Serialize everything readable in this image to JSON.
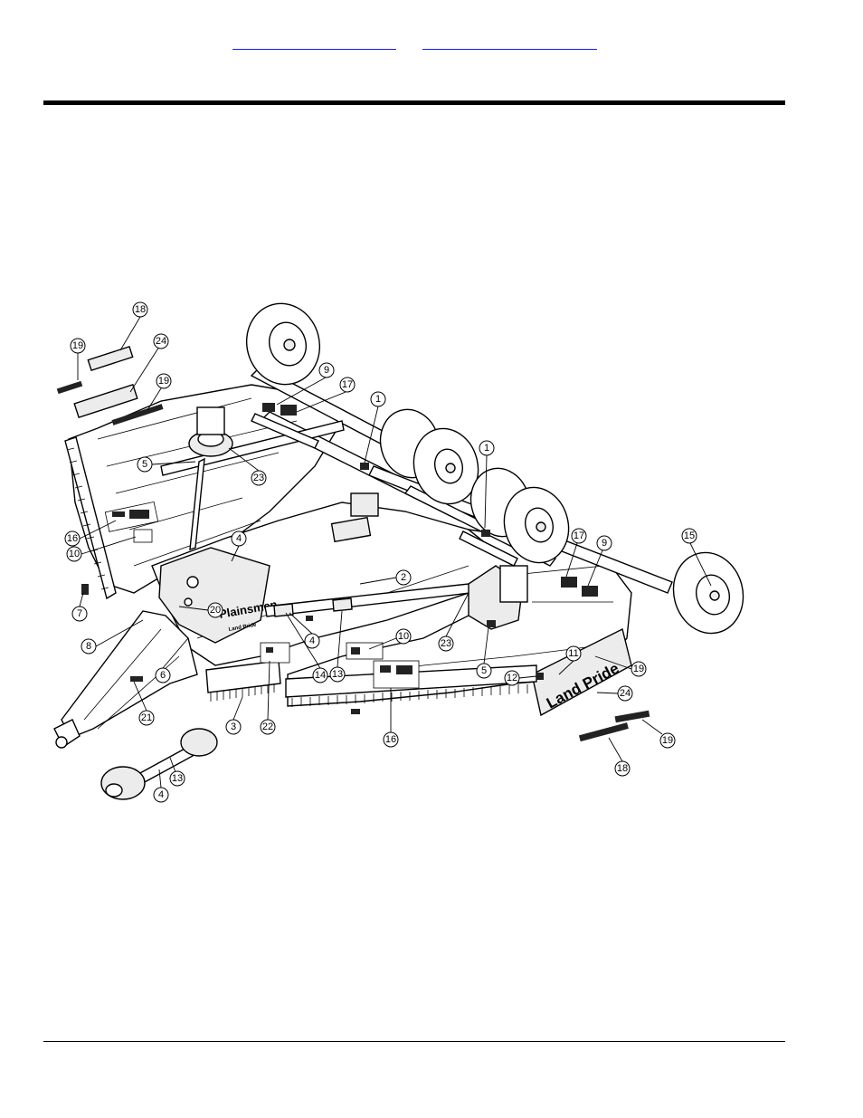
{
  "header": {
    "links": [
      {
        "label": ""
      },
      {
        "label": ""
      }
    ]
  },
  "diagram": {
    "brand_labels": {
      "model": "Plainsmen",
      "maker_small": "Land Pride",
      "side_brand": "Land Pride"
    },
    "callouts": [
      "18",
      "19",
      "24",
      "19",
      "9",
      "17",
      "1",
      "5",
      "23",
      "1",
      "16",
      "10",
      "4",
      "17",
      "9",
      "15",
      "7",
      "20",
      "2",
      "8",
      "10",
      "23",
      "5",
      "11",
      "12",
      "19",
      "6",
      "14",
      "13",
      "4",
      "24",
      "21",
      "3",
      "22",
      "16",
      "19",
      "18",
      "13",
      "4"
    ]
  }
}
